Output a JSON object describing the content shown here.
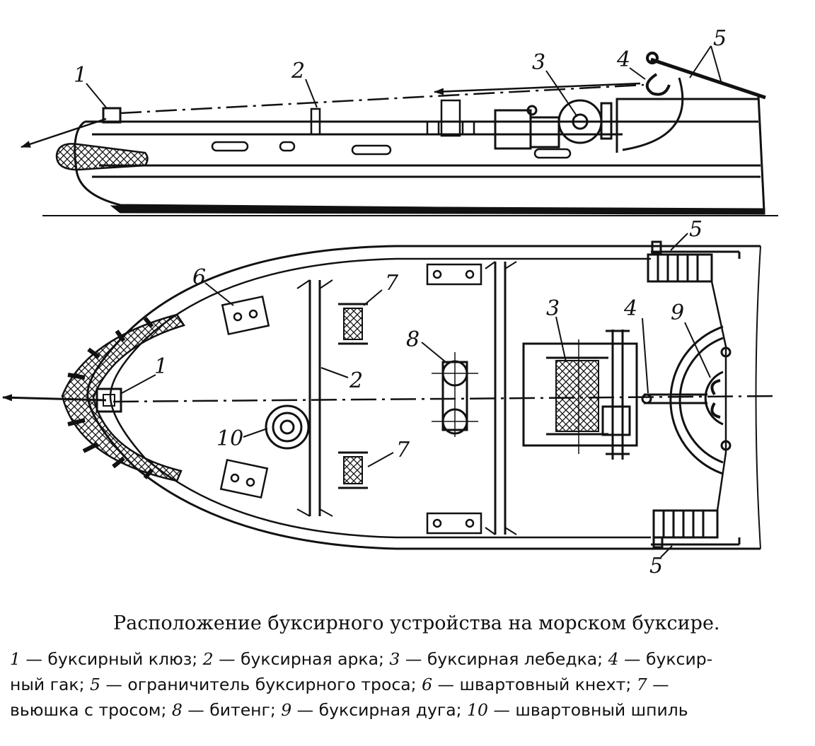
{
  "callouts": {
    "side": [
      "1",
      "2",
      "3",
      "4",
      "5"
    ],
    "plan": [
      "1",
      "2",
      "3",
      "4",
      "5",
      "5",
      "6",
      "7",
      "7",
      "8",
      "9",
      "10"
    ]
  },
  "caption": "Расположение буксирного устройства на морском буксире.",
  "legend": {
    "line1": [
      {
        "num": "1",
        "text": " — буксирный клюз; "
      },
      {
        "num": "2",
        "text": " — буксирная арка; "
      },
      {
        "num": "3",
        "text": " — буксирная лебедка; "
      },
      {
        "num": "4",
        "text": " — буксир-"
      }
    ],
    "line2": [
      {
        "num": "",
        "text": "ный гак; "
      },
      {
        "num": "5",
        "text": " — ограничитель буксирного троса; "
      },
      {
        "num": "6",
        "text": " — швартовный кнехт; "
      },
      {
        "num": "7",
        "text": " —"
      }
    ],
    "line3": [
      {
        "num": "",
        "text": "вьюшка с тросом; "
      },
      {
        "num": "8",
        "text": " — битенг; "
      },
      {
        "num": "9",
        "text": " — буксирная дуга; "
      },
      {
        "num": "10",
        "text": " — швартовный шпиль"
      }
    ]
  }
}
